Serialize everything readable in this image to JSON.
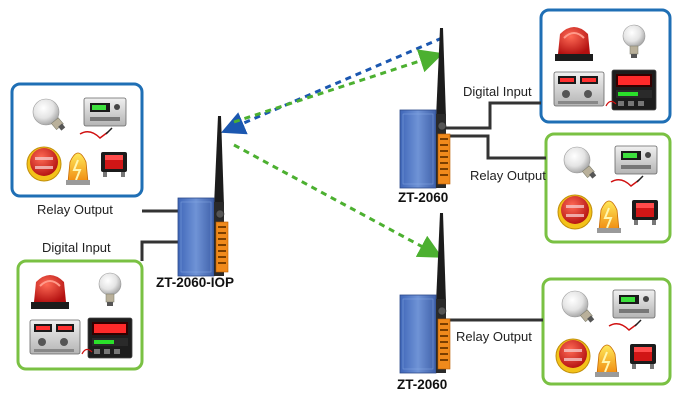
{
  "colors": {
    "box_border_blue": "#1f6fb5",
    "box_border_green": "#7ac143",
    "link_blue": "#1b57b0",
    "link_green": "#4cb030",
    "device_body": "#5a7fc4",
    "terminal_orange": "#f08a1c",
    "wire": "#333333"
  },
  "labels": {
    "left_relay_output": "Relay Output",
    "left_digital_input": "Digital Input",
    "main_device_name": "ZT-2060-IOP",
    "right_top_digital_input": "Digital Input",
    "right_top_relay_output": "Relay Output",
    "right_top_device_name": "ZT-2060",
    "right_bottom_relay_output": "Relay Output",
    "right_bottom_device_name": "ZT-2060"
  },
  "icons": {
    "output_set": [
      "light-bulb-icon",
      "power-supply-icon",
      "alarm-button-icon",
      "warning-light-icon",
      "rocker-switch-icon"
    ],
    "input_set": [
      "red-beacon-icon",
      "light-bulb-icon",
      "dc-power-supply-icon",
      "temperature-controller-icon"
    ]
  }
}
